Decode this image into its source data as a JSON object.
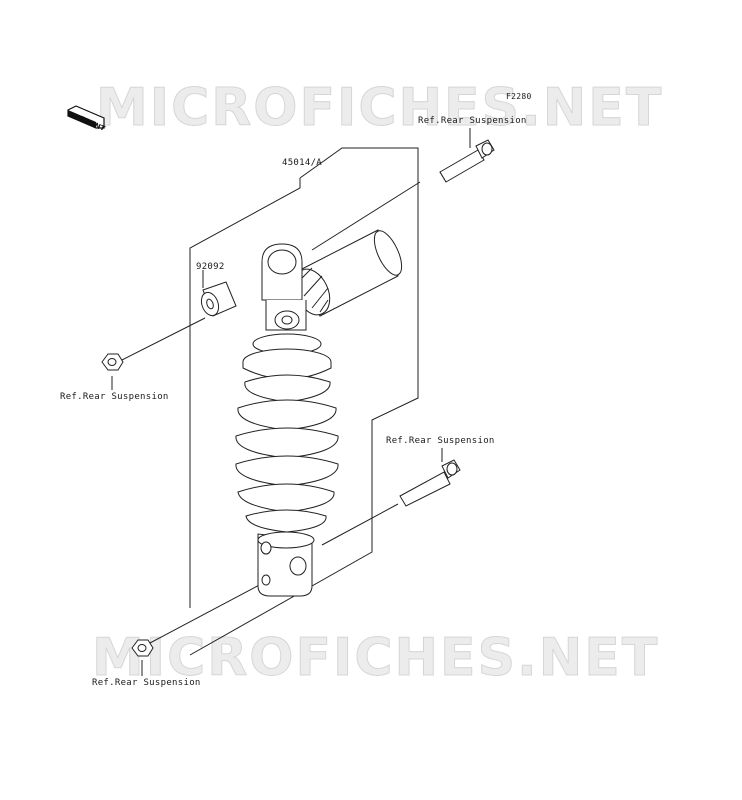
{
  "watermark_top": "MICROFICHES.NET",
  "watermark_bottom": "MICROFICHES.NET",
  "diagram_code": "F2280",
  "front_badge": "FRONT",
  "labels": {
    "assembly": "45014/A",
    "bushing": "92092",
    "ref_top_right": "Ref.Rear Suspension",
    "ref_left": "Ref.Rear Suspension",
    "ref_mid_right": "Ref.Rear Suspension",
    "ref_bottom_left": "Ref.Rear Suspension"
  }
}
